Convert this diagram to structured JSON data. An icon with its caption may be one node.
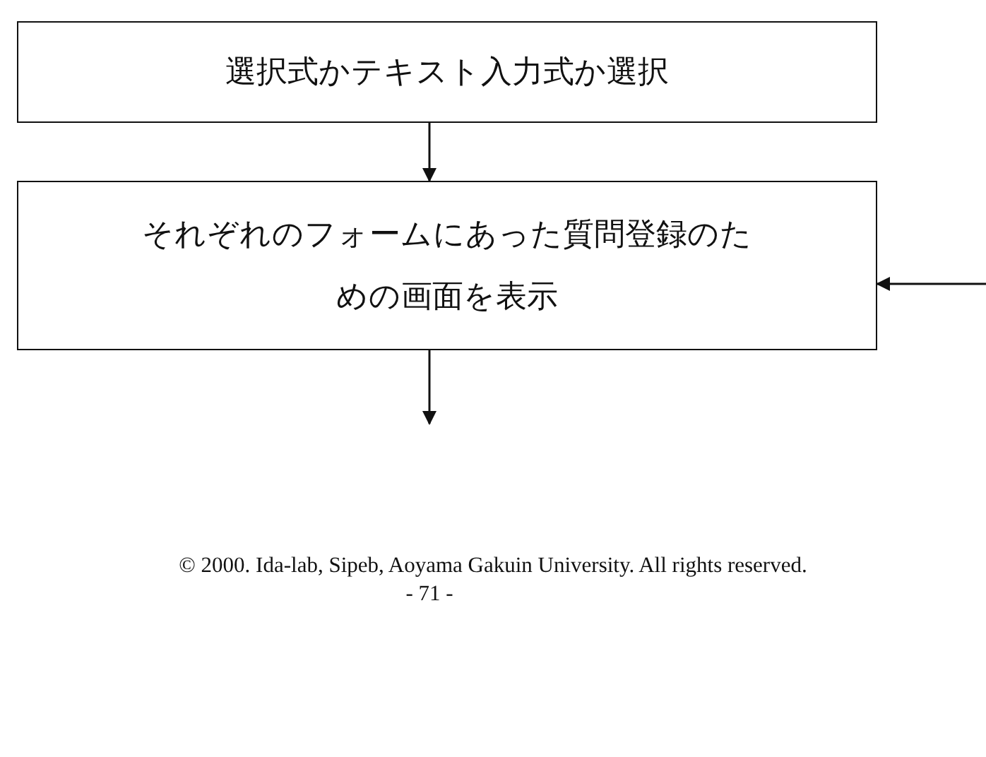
{
  "diagram": {
    "nodes": [
      {
        "text": [
          "選択式かテキスト入力式か選択"
        ]
      },
      {
        "text": [
          "それぞれのフォームにあった質問登録のための画面を表示"
        ]
      }
    ],
    "edges": [
      {
        "from": 0,
        "to": 1,
        "arrow": "to"
      },
      {
        "from": 1,
        "to": null,
        "arrow": "to"
      },
      {
        "from": null,
        "to": 1,
        "arrow": "to"
      }
    ],
    "labels": [
      "© 2000. Ida-lab, Sipeb, Aoyama Gakuin University. All rights reserved.",
      "- 71 -"
    ]
  }
}
